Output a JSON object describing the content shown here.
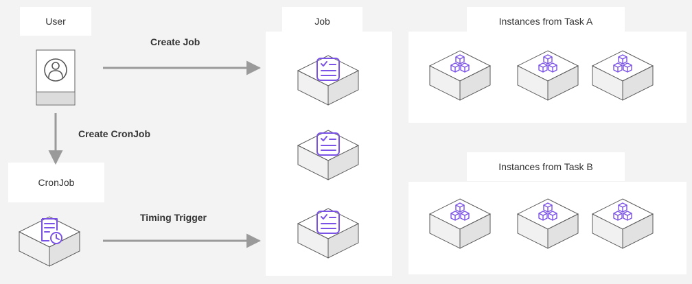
{
  "nodes": {
    "user": "User",
    "job": "Job",
    "task_a": "Instances from Task A",
    "task_b": "Instances from Task B",
    "cronjob": "CronJob"
  },
  "edges": {
    "create_job": "Create Job",
    "create_cronjob": "Create CronJob",
    "timing_trigger": "Timing Trigger"
  },
  "icons": {
    "user": "user-avatar-icon",
    "cronjob": "schedule-document-icon",
    "job": "checklist-icon",
    "instance": "cubes-icon"
  },
  "colors": {
    "accent": "#7b52e6",
    "arrow": "#9a9a9a",
    "background": "#f3f3f3",
    "box": "#ffffff"
  }
}
